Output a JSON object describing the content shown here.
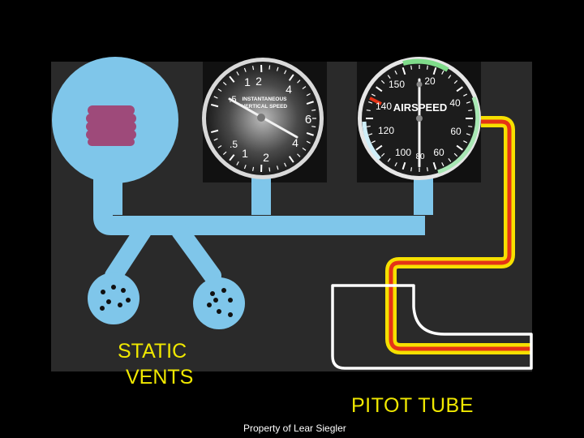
{
  "colors": {
    "background": "#000000",
    "panel": "#2a2a2a",
    "static_line": "#7fc6ea",
    "pitot_outer": "#f6e000",
    "pitot_inner": "#e53316",
    "pitot_tube": "#ffffff",
    "diaphragm": "#9e4a7a",
    "label_text": "#f0e800",
    "credit_text": "#ffffff"
  },
  "labels": {
    "static_vents_line1": "STATIC",
    "static_vents_line2": "VENTS",
    "pitot_tube": "PITOT  TUBE",
    "credit": "Property of Lear Siegler"
  },
  "vsi": {
    "title_line1": "INSTANTANEOUS",
    "title_line2": "VERTICAL SPEED",
    "numerals": [
      "1",
      "2",
      "4",
      "6",
      "4",
      ".5",
      "1",
      "2",
      ".5"
    ]
  },
  "airspeed": {
    "title": "AIRSPEED",
    "numerals": [
      "20",
      "150",
      "40",
      "140",
      "60",
      "120",
      "100",
      "80",
      "60"
    ]
  },
  "icons": [
    "vsi-gauge-icon",
    "airspeed-gauge-icon",
    "aneroid-diaphragm-icon",
    "static-port-icon",
    "pitot-tube-icon"
  ]
}
